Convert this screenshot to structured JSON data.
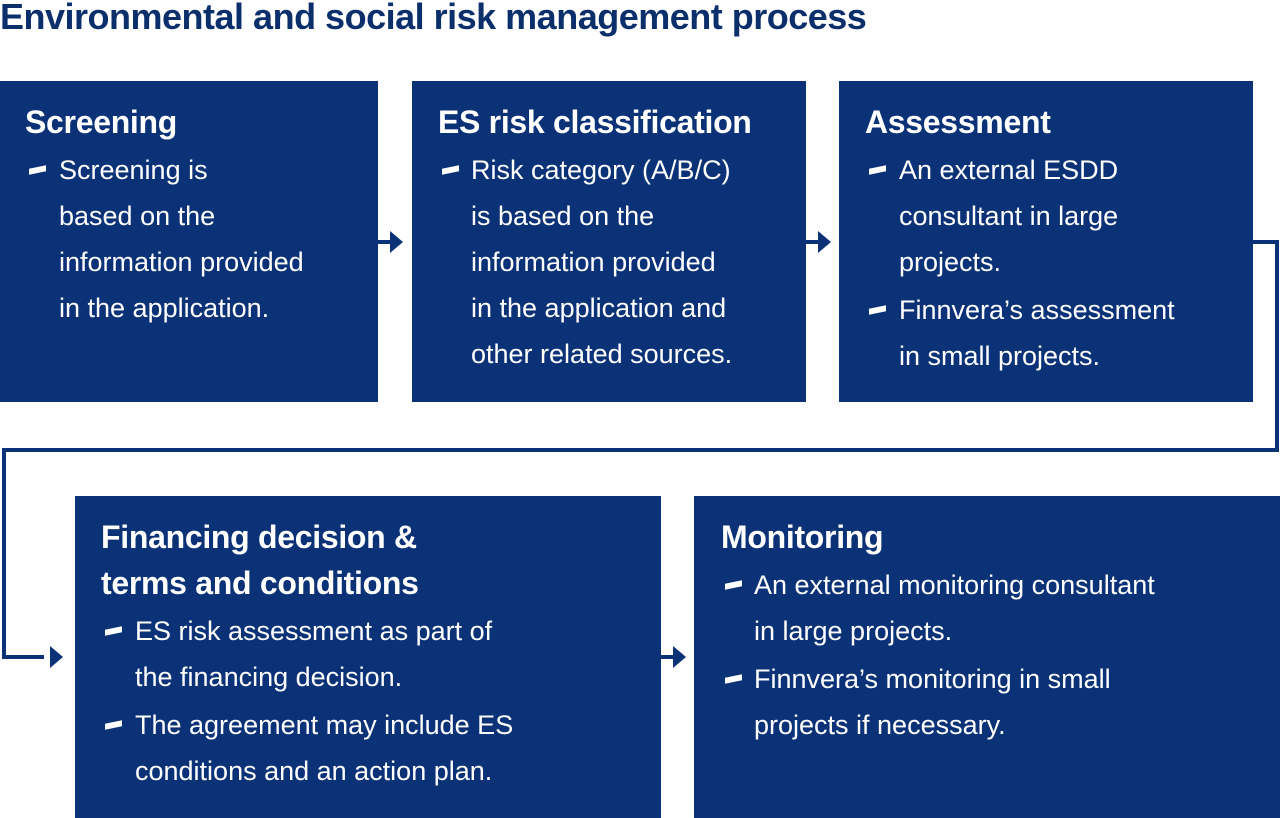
{
  "title": "Environmental and social risk management process",
  "colors": {
    "box_fill": "#0b3277",
    "title_text": "#0b2f6b",
    "connector": "#0b3277",
    "box_text": "#ffffff"
  },
  "steps": [
    {
      "title_lines": [
        "Screening"
      ],
      "bullets": [
        [
          "Screening is",
          "based on the",
          "information provided",
          "in the application."
        ]
      ]
    },
    {
      "title_lines": [
        "ES risk classification"
      ],
      "bullets": [
        [
          "Risk category (A/B/C)",
          "is based on the",
          "information provided",
          "in the application and",
          "other related sources."
        ]
      ]
    },
    {
      "title_lines": [
        "Assessment"
      ],
      "bullets": [
        [
          "An external ESDD",
          "consultant in large",
          "projects."
        ],
        [
          "Finnvera’s assessment",
          "in small projects."
        ]
      ]
    },
    {
      "title_lines": [
        "Financing decision &",
        "terms and conditions"
      ],
      "bullets": [
        [
          "ES risk assessment as part of",
          "the financing decision."
        ],
        [
          "The agreement may include ES",
          "conditions and an action plan."
        ]
      ]
    },
    {
      "title_lines": [
        "Monitoring"
      ],
      "bullets": [
        [
          "An external monitoring consultant",
          "in large projects."
        ],
        [
          "Finnvera’s monitoring in small",
          "projects if necessary."
        ]
      ]
    }
  ]
}
